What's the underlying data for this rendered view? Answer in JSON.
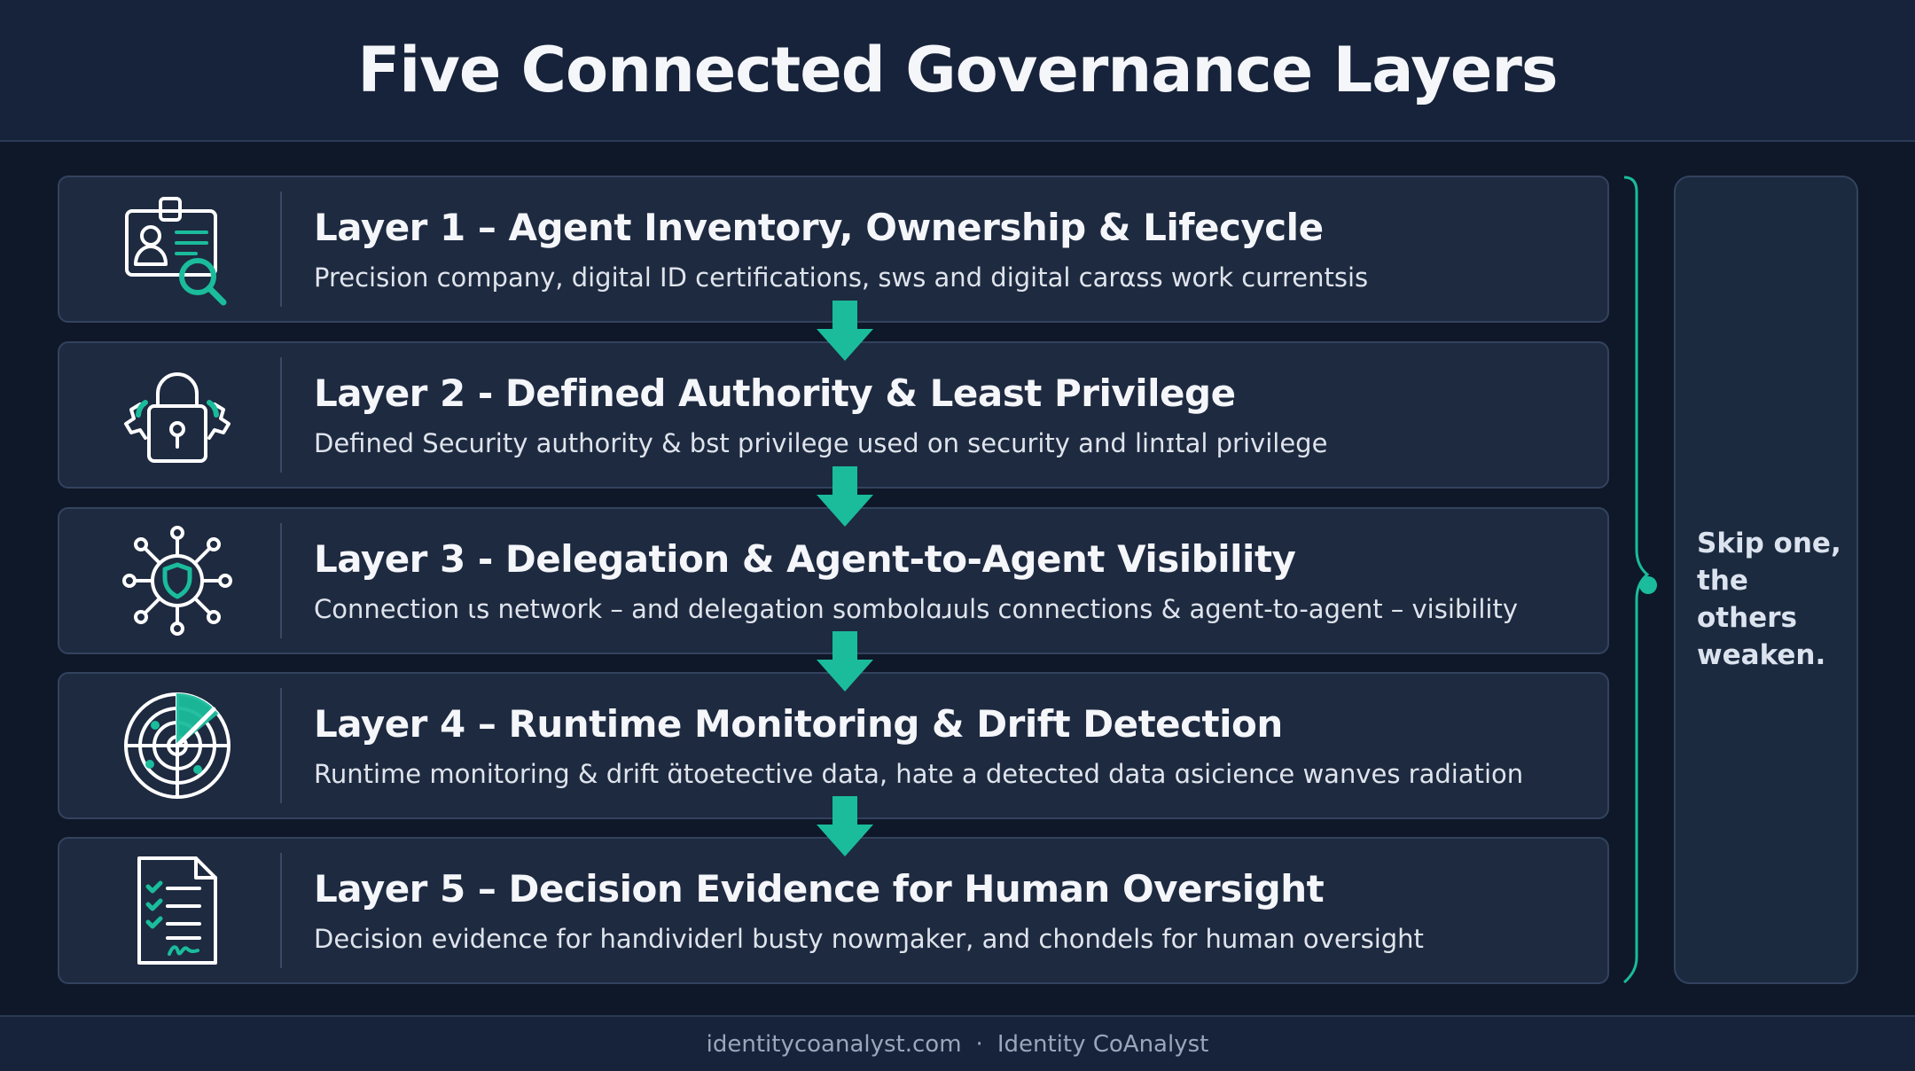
{
  "title": "Five Connected Governance Layers",
  "layers": [
    {
      "title": "Layer 1 – Agent Inventory, Ownership & Lifecycle",
      "description": "Precision company, digital ID certifications, sws and digital carαss work currentsis",
      "icon": "id-card-search-icon"
    },
    {
      "title": "Layer 2 - Defined Authority & Least Privilege",
      "description": "Defined Security authority & bst privilege used on security and linɪtal privilege",
      "icon": "padlock-gear-icon"
    },
    {
      "title": "Layer 3 - Delegation & Agent-to-Agent Visibility",
      "description": "Connection ιs network – and delegation sombolɑɹuls connections & agent-to-agent – visibility",
      "icon": "network-shield-icon"
    },
    {
      "title": "Layer 4 – Runtime Monitoring & Drift Detection",
      "description": "Runtime monitoring & drift ɑ̈toetective data, hate a detected data ɑsicience wanves radiation",
      "icon": "radar-icon"
    },
    {
      "title": "Layer 5 – Decision Evidence for Human Oversight",
      "description": "Decision evidence for handividerl busty nowɱaker, and chondels for human oversight",
      "icon": "checklist-document-icon"
    }
  ],
  "side_note": "Skip one, the others weaken.",
  "footer": {
    "site": "identitycoanalyst.com",
    "separator": "·",
    "brand": "Identity CoAnalyst"
  },
  "colors": {
    "accent": "#1abc9c",
    "background": "#0f1828",
    "card": "#1e2a40",
    "header": "#17233a"
  }
}
